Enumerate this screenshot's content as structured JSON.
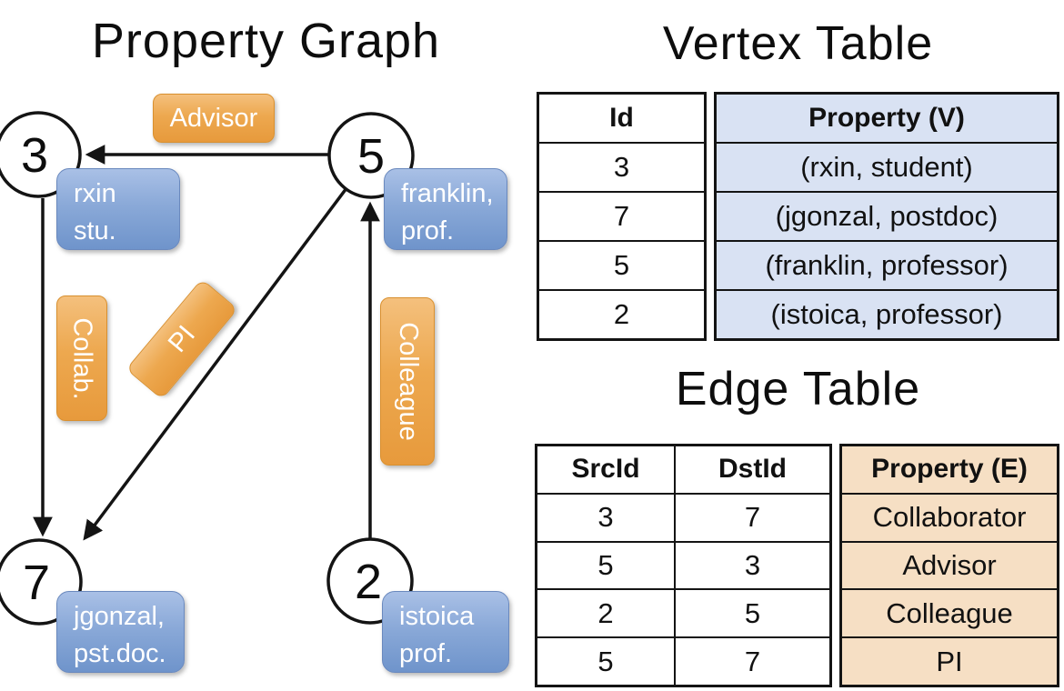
{
  "titles": {
    "graph": "Property Graph",
    "vertex_table": "Vertex Table",
    "edge_table": "Edge Table"
  },
  "graph": {
    "vertices": [
      {
        "id": "3",
        "label_line1": "rxin",
        "label_line2": "stu."
      },
      {
        "id": "5",
        "label_line1": "franklin,",
        "label_line2": "prof."
      },
      {
        "id": "7",
        "label_line1": "jgonzal,",
        "label_line2": "pst.doc."
      },
      {
        "id": "2",
        "label_line1": "istoica",
        "label_line2": "prof."
      }
    ],
    "edge_labels": {
      "advisor": "Advisor",
      "collab": "Collab.",
      "pi": "PI",
      "colleague": "Colleague"
    }
  },
  "vertex_table": {
    "headers": [
      "Id",
      "Property (V)"
    ],
    "rows": [
      {
        "id": "3",
        "property": "(rxin, student)"
      },
      {
        "id": "7",
        "property": "(jgonzal, postdoc)"
      },
      {
        "id": "5",
        "property": "(franklin, professor)"
      },
      {
        "id": "2",
        "property": "(istoica, professor)"
      }
    ]
  },
  "edge_table": {
    "headers": [
      "SrcId",
      "DstId",
      "Property (E)"
    ],
    "rows": [
      {
        "src": "3",
        "dst": "7",
        "property": "Collaborator"
      },
      {
        "src": "5",
        "dst": "3",
        "property": "Advisor"
      },
      {
        "src": "2",
        "dst": "5",
        "property": "Colleague"
      },
      {
        "src": "5",
        "dst": "7",
        "property": "PI"
      }
    ]
  },
  "colors": {
    "edge_label_orange": "#eda84f",
    "vertex_label_blue": "#7f9fd3",
    "vertex_property_fill": "#d9e2f3",
    "edge_property_fill": "#f6dfc4",
    "line_black": "#141414"
  }
}
